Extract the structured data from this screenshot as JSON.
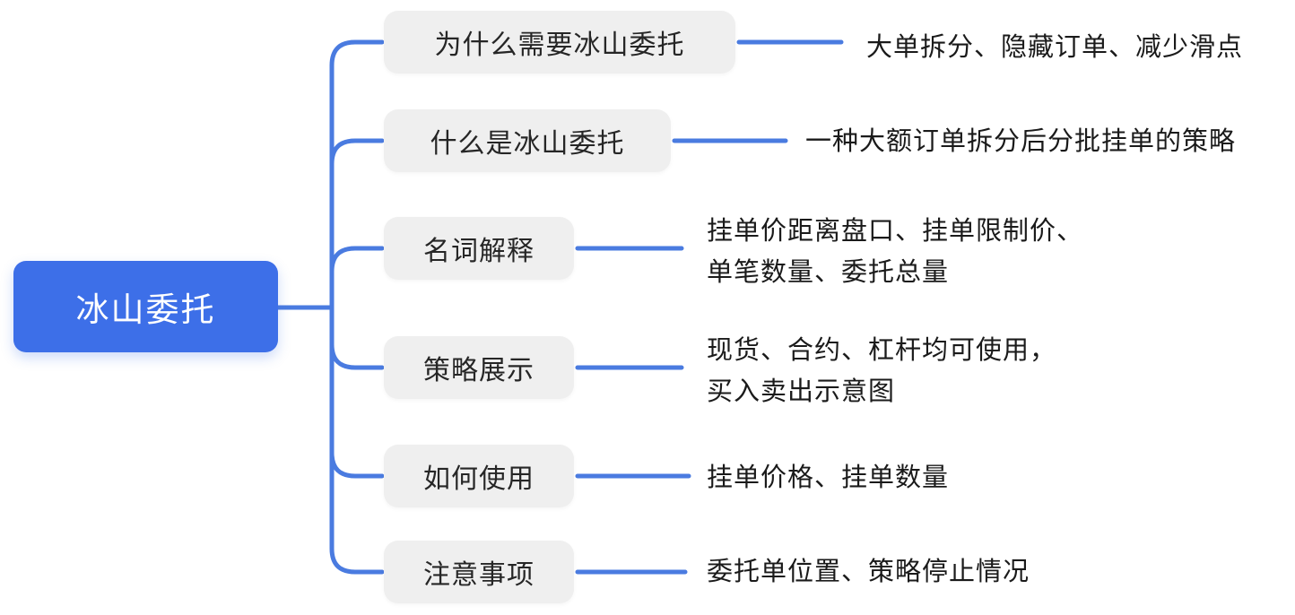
{
  "root": {
    "label": "冰山委托"
  },
  "branches": [
    {
      "label": "为什么需要冰山委托",
      "detail_lines": [
        "大单拆分、隐藏订单、减少滑点"
      ]
    },
    {
      "label": "什么是冰山委托",
      "detail_lines": [
        "一种大额订单拆分后分批挂单的策略"
      ]
    },
    {
      "label": "名词解释",
      "detail_lines": [
        "挂单价距离盘口、挂单限制价、",
        "单笔数量、委托总量"
      ]
    },
    {
      "label": "策略展示",
      "detail_lines": [
        "现货、合约、杠杆均可使用，",
        "买入卖出示意图"
      ]
    },
    {
      "label": "如何使用",
      "detail_lines": [
        "挂单价格、挂单数量"
      ]
    },
    {
      "label": "注意事项",
      "detail_lines": [
        "委托单位置、策略停止情况"
      ]
    }
  ],
  "colors": {
    "background": "#FFFFFF",
    "root_fill": "#3D6FE8",
    "root_text": "#FFFFFF",
    "branch_fill": "#EFEFEF",
    "branch_text": "#262626",
    "leaf_text": "#1A1A1A",
    "connector": "#4A7BE0"
  }
}
